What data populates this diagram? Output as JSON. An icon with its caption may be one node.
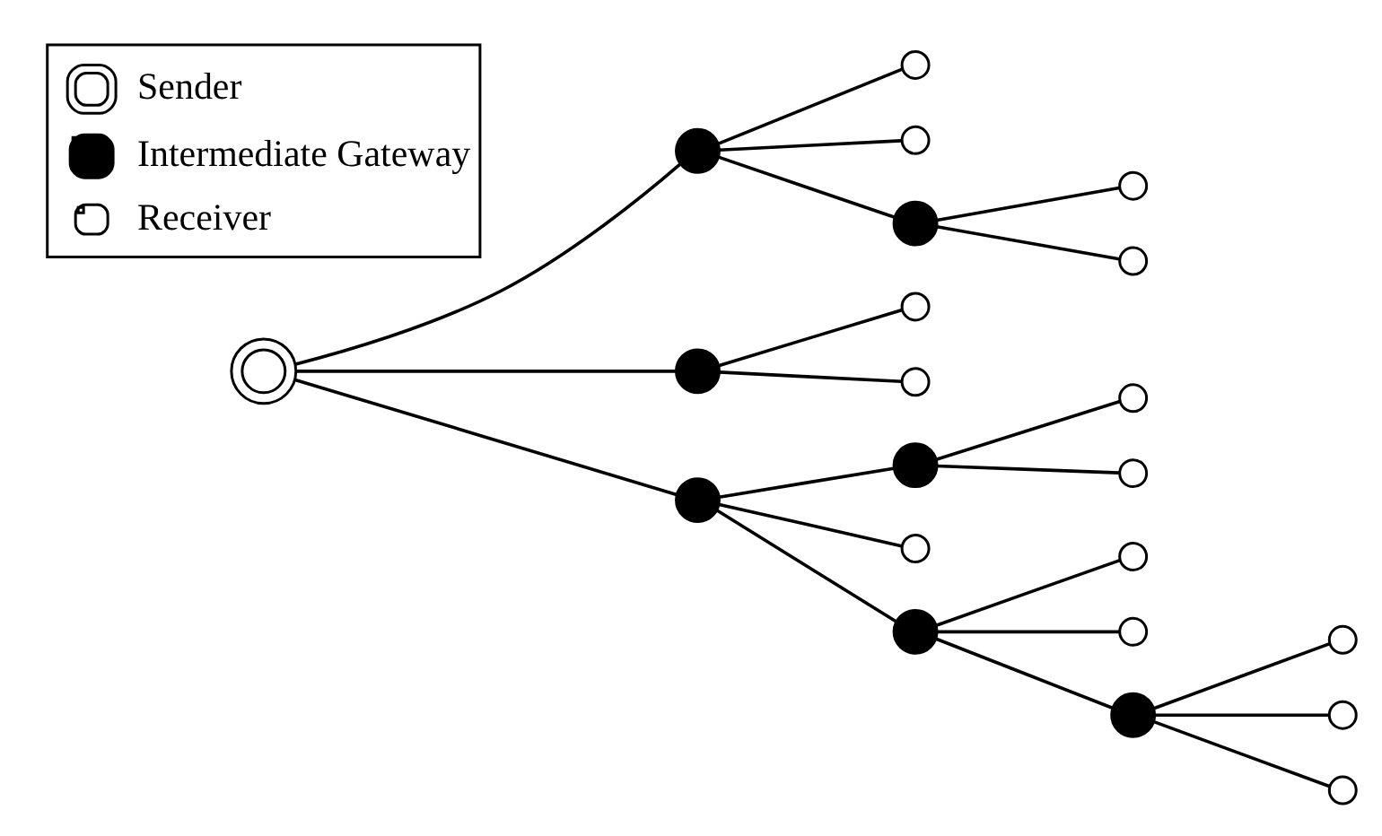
{
  "diagram": {
    "nodes": [
      {
        "text": [],
        "shape": "circle"
      },
      {
        "text": [],
        "shape": "circle"
      },
      {
        "text": [],
        "shape": "circle"
      },
      {
        "text": [],
        "shape": "circle"
      },
      {
        "text": [],
        "shape": "circle"
      },
      {
        "text": [],
        "shape": "circle"
      },
      {
        "text": [],
        "shape": "circle"
      },
      {
        "text": [],
        "shape": "circle"
      },
      {
        "text": [],
        "shape": "circle"
      },
      {
        "text": [],
        "shape": "circle"
      },
      {
        "text": [],
        "shape": "circle"
      },
      {
        "text": [],
        "shape": "circle"
      },
      {
        "text": [],
        "shape": "circle"
      },
      {
        "text": [],
        "shape": "circle"
      },
      {
        "text": [],
        "shape": "circle"
      },
      {
        "text": [],
        "shape": "circle"
      },
      {
        "text": [],
        "shape": "circle"
      },
      {
        "text": [],
        "shape": "circle"
      },
      {
        "text": [],
        "shape": "circle"
      },
      {
        "text": [],
        "shape": "circle"
      },
      {
        "text": [],
        "shape": "circle"
      },
      {
        "text": [],
        "shape": "circle"
      }
    ],
    "edges": [
      {
        "from": 0,
        "to": 1,
        "arrow": "none"
      },
      {
        "from": 0,
        "to": 3,
        "arrow": "none"
      },
      {
        "from": 0,
        "to": 2,
        "arrow": "none"
      },
      {
        "from": 1,
        "to": 4,
        "arrow": "none"
      },
      {
        "from": 1,
        "to": 5,
        "arrow": "none"
      },
      {
        "from": 1,
        "to": 6,
        "arrow": "none"
      },
      {
        "from": 6,
        "to": 10,
        "arrow": "none"
      },
      {
        "from": 6,
        "to": 11,
        "arrow": "none"
      },
      {
        "from": 3,
        "to": 13,
        "arrow": "none"
      },
      {
        "from": 3,
        "to": 12,
        "arrow": "none"
      },
      {
        "from": 3,
        "to": 9,
        "arrow": "none"
      },
      {
        "from": 13,
        "to": 18,
        "arrow": "none"
      },
      {
        "from": 13,
        "to": 17,
        "arrow": "none"
      },
      {
        "from": 13,
        "to": 14,
        "arrow": "none"
      },
      {
        "from": 18,
        "to": 19,
        "arrow": "none"
      },
      {
        "from": 18,
        "to": 20,
        "arrow": "none"
      },
      {
        "from": 18,
        "to": 21,
        "arrow": "none"
      },
      {
        "from": 9,
        "to": 15,
        "arrow": "none"
      },
      {
        "from": 9,
        "to": 16,
        "arrow": "none"
      },
      {
        "from": 2,
        "to": 7,
        "arrow": "none"
      },
      {
        "from": 2,
        "to": 8,
        "arrow": "none"
      }
    ],
    "legend": [
      {
        "text": "Sender"
      },
      {
        "text": "Intermediate Gateway"
      },
      {
        "text": "Receiver"
      }
    ]
  }
}
